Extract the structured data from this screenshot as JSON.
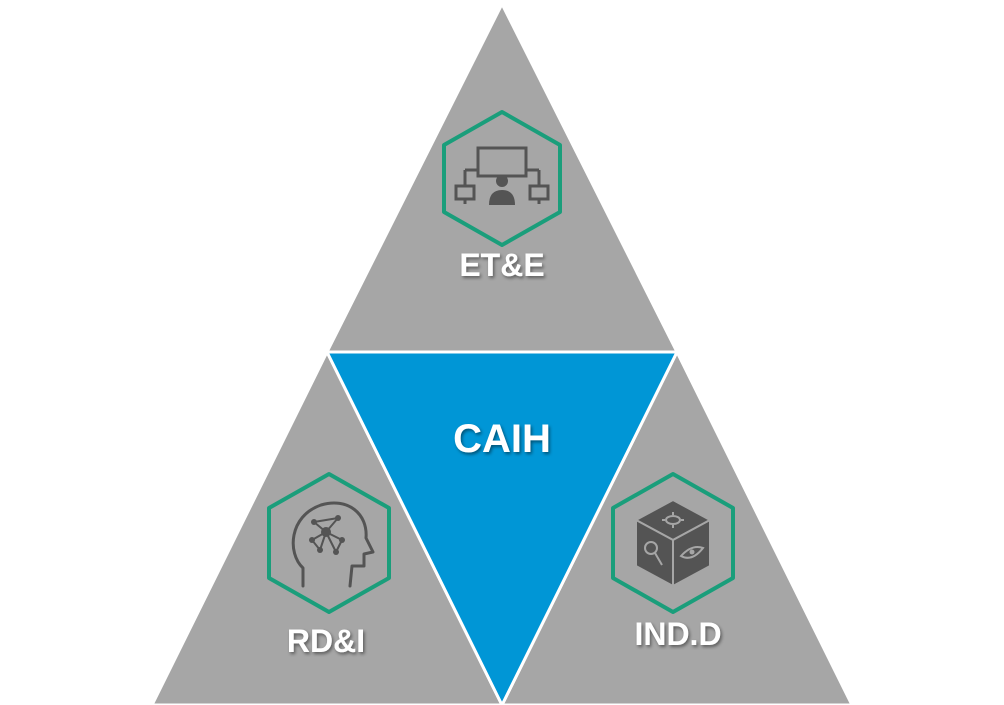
{
  "center": {
    "label": "CAIH"
  },
  "sections": {
    "top": {
      "label": "ET&E",
      "icon": "presentation-network-icon"
    },
    "left": {
      "label": "RD&I",
      "icon": "brain-network-icon"
    },
    "right": {
      "label": "IND.D",
      "icon": "analysis-cube-icon"
    }
  },
  "colors": {
    "segment": "#a6a6a6",
    "center": "#0096d6",
    "hex_border": "#1a9e7b",
    "icon": "#545454",
    "text": "#ffffff",
    "background": "#ffffff"
  }
}
